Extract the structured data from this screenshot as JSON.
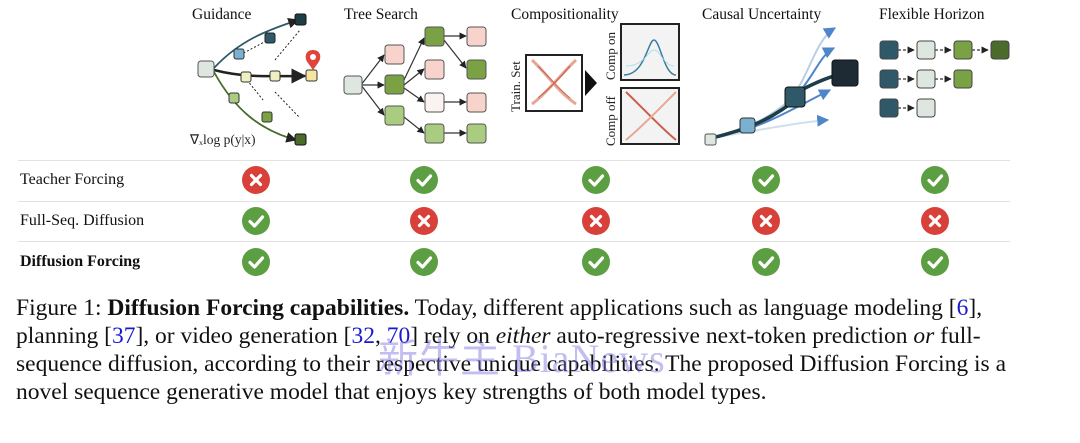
{
  "columns": [
    "Guidance",
    "Tree Search",
    "Compositionality",
    "Causal Uncertainty",
    "Flexible Horizon"
  ],
  "figure_labels": {
    "guidance_formula": "∇ₓlog p(y|x)",
    "train_set": "Train. Set",
    "comp_on": "Comp on",
    "comp_off": "Comp off"
  },
  "rows": [
    {
      "label": "Teacher Forcing",
      "bold": false,
      "marks": [
        "no",
        "yes",
        "yes",
        "yes",
        "yes"
      ]
    },
    {
      "label": "Full-Seq. Diffusion",
      "bold": false,
      "marks": [
        "yes",
        "no",
        "no",
        "no",
        "no"
      ]
    },
    {
      "label": "Diffusion Forcing",
      "bold": true,
      "marks": [
        "yes",
        "yes",
        "yes",
        "yes",
        "yes"
      ]
    }
  ],
  "caption": {
    "figure_num": "Figure 1:",
    "title": "Diffusion Forcing capabilities.",
    "t1": " Today, different applications such as language modeling [",
    "ref1": "6",
    "t2": "], planning [",
    "ref2": "37",
    "t3": "], or video generation [",
    "ref3": "32",
    "t3b": ", ",
    "ref4": "70",
    "t4": "] rely on ",
    "either": "either",
    "t5": " auto-regressive next-token prediction ",
    "or": "or",
    "t6": " full-sequence diffusion, according to their respective unique capabilities. The proposed Diffusion Forcing is a novel sequence generative model that enjoys key strengths of both model types."
  },
  "watermark": "新牛主 BiaNews",
  "colors": {
    "check_green": "#5c9e42",
    "cross_red": "#d8403a",
    "ref_blue": "#1a1acd",
    "light_green": "#dfe9c8",
    "mid_green": "#7ba145",
    "dark_teal": "#2f5968",
    "pink": "#f7d3cc"
  }
}
